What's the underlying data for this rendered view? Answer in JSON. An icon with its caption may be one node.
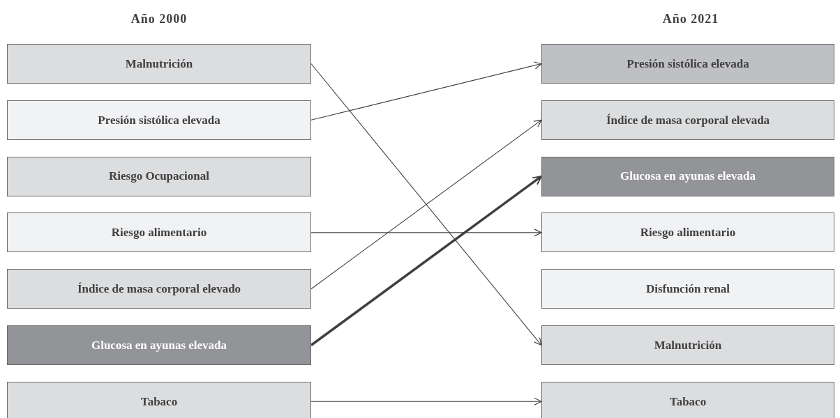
{
  "diagram": {
    "nodes": [
      {
        "text": [
          "Malnutrición"
        ]
      },
      {
        "text": [
          "Presión sistólica elevada"
        ]
      },
      {
        "text": [
          "Riesgo Ocupacional"
        ]
      },
      {
        "text": [
          "Riesgo alimentario"
        ]
      },
      {
        "text": [
          "Índice de masa corporal elevado"
        ]
      },
      {
        "text": [
          "Glucosa en ayunas elevada"
        ]
      },
      {
        "text": [
          "Tabaco"
        ]
      },
      {
        "text": [
          "Presión sistólica elevada"
        ]
      },
      {
        "text": [
          "Índice de masa corporal elevada"
        ]
      },
      {
        "text": [
          "Glucosa en ayunas elevada"
        ]
      },
      {
        "text": [
          "Riesgo alimentario"
        ]
      },
      {
        "text": [
          "Disfunción renal"
        ]
      },
      {
        "text": [
          "Malnutrición"
        ]
      },
      {
        "text": [
          "Tabaco"
        ]
      }
    ],
    "edges": [
      {
        "from": 0,
        "to": 12,
        "arrow": "to"
      },
      {
        "from": 1,
        "to": 7,
        "arrow": "to"
      },
      {
        "from": 3,
        "to": 10,
        "arrow": "to"
      },
      {
        "from": 4,
        "to": 8,
        "arrow": "to"
      },
      {
        "from": 5,
        "to": 9,
        "arrow": "to",
        "style": "thick"
      },
      {
        "from": 6,
        "to": 13,
        "arrow": "to"
      }
    ],
    "labels": [
      "Año 2000",
      "Año 2021"
    ]
  }
}
